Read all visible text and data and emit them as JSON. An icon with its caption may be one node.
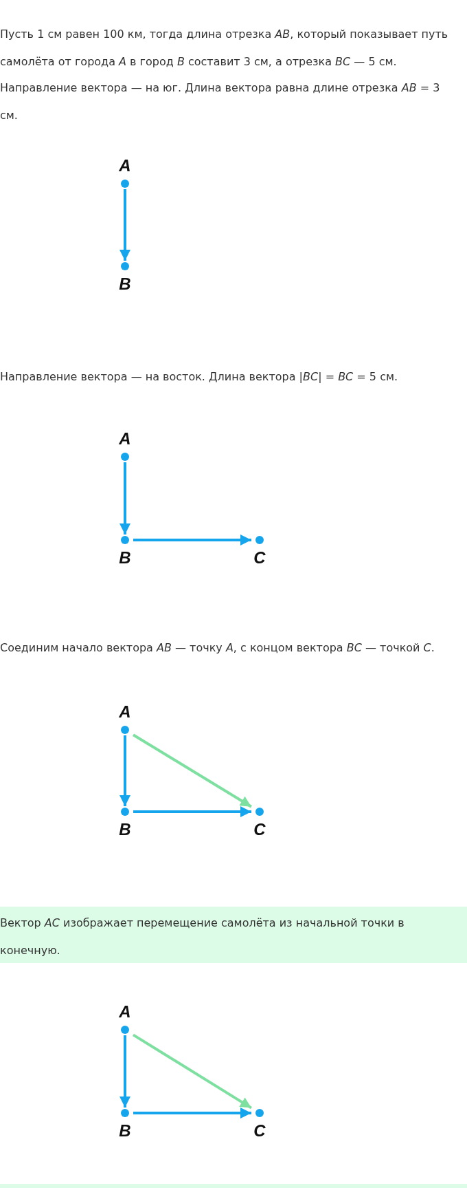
{
  "diagram": {
    "nodes": [
      {
        "text": [
          "A"
        ]
      },
      {
        "text": [
          "B"
        ]
      },
      {
        "text": [
          "A"
        ]
      },
      {
        "text": [
          "B"
        ]
      },
      {
        "text": [
          "C"
        ]
      },
      {
        "text": [
          "A"
        ]
      },
      {
        "text": [
          "B"
        ]
      },
      {
        "text": [
          "C"
        ]
      },
      {
        "text": [
          "A"
        ]
      },
      {
        "text": [
          "B"
        ]
      },
      {
        "text": [
          "C"
        ]
      }
    ],
    "edges": [
      {
        "from": 0,
        "to": 1,
        "arrow": "to"
      },
      {
        "from": 2,
        "to": 3,
        "arrow": "to"
      },
      {
        "from": 3,
        "to": 4,
        "arrow": "to"
      },
      {
        "from": 5,
        "to": 6,
        "arrow": "to"
      },
      {
        "from": 6,
        "to": 7,
        "arrow": "to"
      },
      {
        "from": 5,
        "to": 7,
        "arrow": "to",
        "color": "#7ee0a0"
      },
      {
        "from": 8,
        "to": 9,
        "arrow": "to"
      },
      {
        "from": 9,
        "to": 10,
        "arrow": "to"
      },
      {
        "from": 8,
        "to": 10,
        "arrow": "to",
        "color": "#7ee0a0"
      }
    ],
    "labels": [
      "Пусть 1 см равен 100 км, тогда длина отрезка *AB*, который показывает путь самолёта от города *A* в город *B* составит 3 см, а отрезка *BC* — 5 см.",
      "Направление вектора — на юг. Длина вектора равна длине отрезка *AB* = 3 см.",
      "Направление вектора — на восток. Длина вектора |*BC*| = *BC* = 5 см.",
      "Соединим начало вектора *AB* — точку *A*, с концом вектора *BC* — точкой *C*.",
      "Вектор *AC* изображает перемещение самолёта из начальной точки в конечную."
    ]
  }
}
